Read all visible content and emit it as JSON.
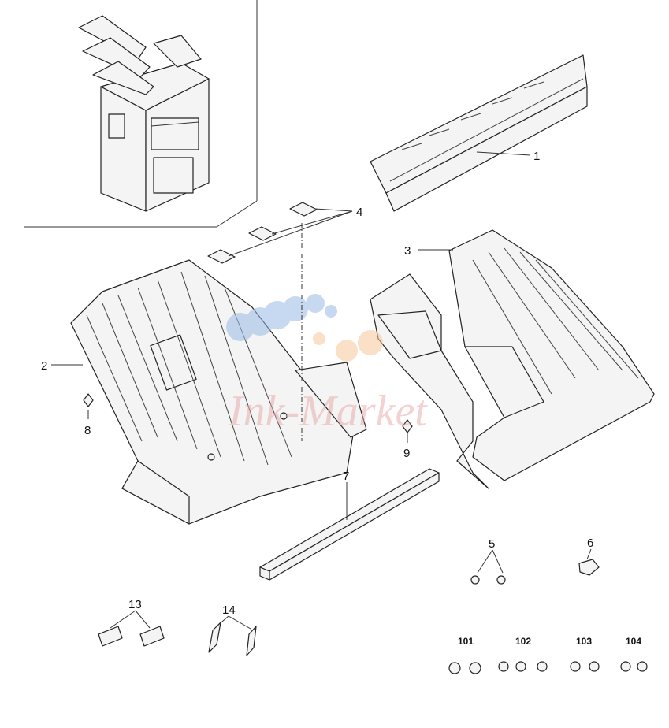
{
  "diagram": {
    "callouts": [
      "1",
      "2",
      "3",
      "4",
      "5",
      "6",
      "7",
      "8",
      "9",
      "13",
      "14"
    ],
    "hardware_callouts": [
      "101",
      "102",
      "103",
      "104"
    ],
    "watermark": "Ink-Market"
  }
}
